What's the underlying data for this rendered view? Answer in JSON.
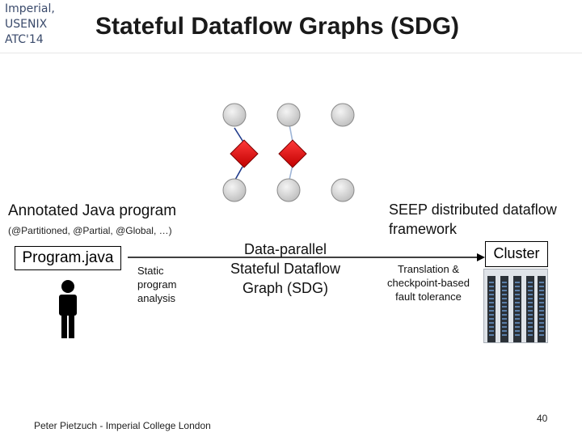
{
  "header": {
    "venue_lines": [
      "Imperial,",
      "USENIX",
      "ATC'14"
    ],
    "title": "Stateful Dataflow Graphs (SDG)"
  },
  "left": {
    "annotated_title": "Annotated Java program",
    "annotations": "(@Partitioned, @Partial, @Global, …)",
    "program_file": "Program.java",
    "analysis_lines": [
      "Static",
      "program",
      "analysis"
    ]
  },
  "center": {
    "sdg_lines": [
      "Data-parallel",
      "Stateful Dataflow",
      "Graph (SDG)"
    ]
  },
  "right": {
    "seep_lines": [
      "SEEP distributed dataflow",
      "framework"
    ],
    "translation_lines": [
      "Translation &",
      "checkpoint-based",
      "fault tolerance"
    ],
    "cluster_label": "Cluster"
  },
  "footer": {
    "author": "Peter Pietzuch - Imperial College London",
    "page_number": "40"
  },
  "colors": {
    "state_node": "#e60000",
    "task_node": "#d4d4d4",
    "edge": "#1f3a8a",
    "arrow": "#000000"
  }
}
